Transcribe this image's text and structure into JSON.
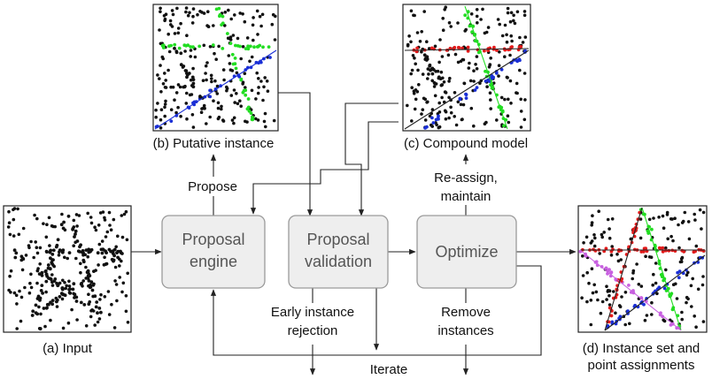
{
  "panels": {
    "input": {
      "caption": "(a) Input"
    },
    "putative": {
      "caption": "(b) Putative instance"
    },
    "compound": {
      "caption": "(c) Compound model"
    },
    "result": {
      "caption_line1": "(d) Instance set and",
      "caption_line2": "point assignments"
    }
  },
  "boxes": {
    "proposal_engine": {
      "line1": "Proposal",
      "line2": "engine"
    },
    "proposal_validation": {
      "line1": "Proposal",
      "line2": "validation"
    },
    "optimize": {
      "line1": "Optimize"
    }
  },
  "edge_labels": {
    "propose": "Propose",
    "reassign_line1": "Re-assign,",
    "reassign_line2": "maintain",
    "early_line1": "Early instance",
    "early_line2": "rejection",
    "remove_line1": "Remove",
    "remove_line2": "instances",
    "iterate": "Iterate"
  },
  "colors": {
    "points": "#111111",
    "box_fill": "#eeeeee",
    "box_stroke": "#9a9a9a",
    "instance_green": "#22dd22",
    "instance_blue": "#1a2fd6",
    "instance_red": "#e21b1b",
    "instance_violet": "#c860e0"
  }
}
